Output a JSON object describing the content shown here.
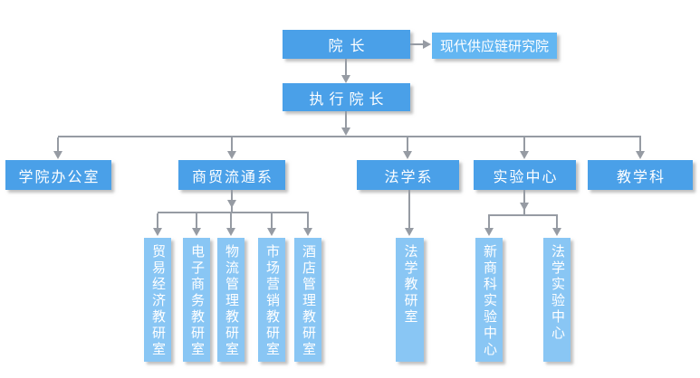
{
  "palette": {
    "node_primary": "#4AA0E8",
    "node_affiliate": "#63B6F2",
    "node_leaf": "#89C6F4",
    "connector": "#969BA3",
    "node_text": "#FFFFFF",
    "background": "#FFFFFF"
  },
  "org": {
    "root": {
      "label": "院长"
    },
    "affiliate": {
      "label": "现代供应链研究院"
    },
    "executive": {
      "label": "执行院长"
    },
    "departments": [
      {
        "label": "学院办公室",
        "children": []
      },
      {
        "label": "商贸流通系",
        "children": [
          {
            "label": "贸易经济教研室"
          },
          {
            "label": "电子商务教研室"
          },
          {
            "label": "物流管理教研室"
          },
          {
            "label": "市场营销教研室"
          },
          {
            "label": "酒店管理教研室"
          }
        ]
      },
      {
        "label": "法学系",
        "children": [
          {
            "label": "法学教研室"
          }
        ]
      },
      {
        "label": "实验中心",
        "children": [
          {
            "label": "新商科实验中心"
          },
          {
            "label": "法学实验中心"
          }
        ]
      },
      {
        "label": "教学科",
        "children": []
      }
    ]
  }
}
